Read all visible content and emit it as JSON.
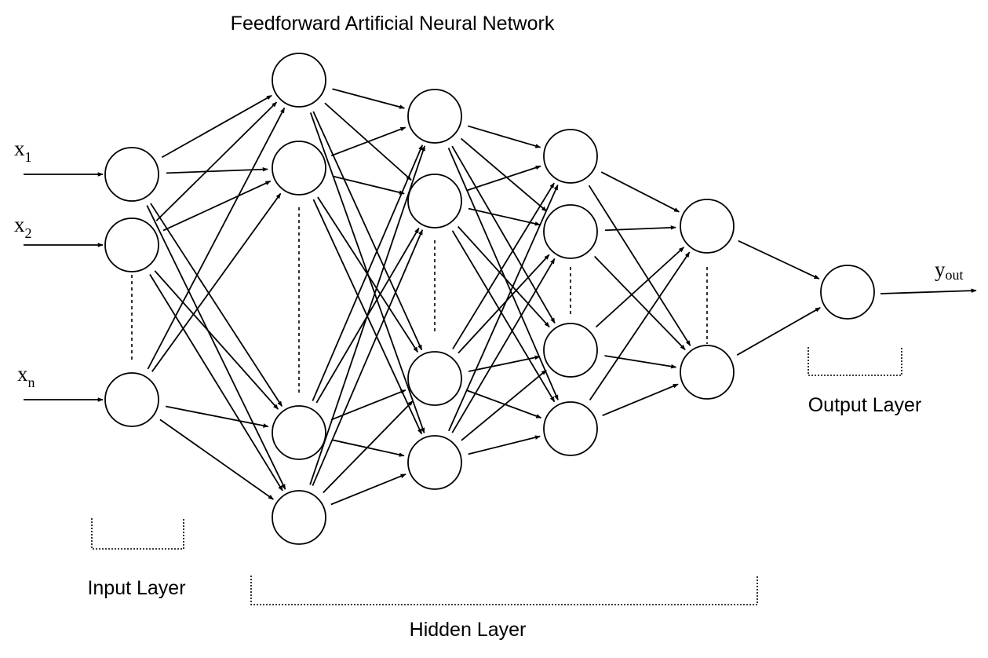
{
  "title": "Feedforward Artificial Neural Network",
  "inputs": {
    "x1": {
      "base": "x",
      "sub": "1"
    },
    "x2": {
      "base": "x",
      "sub": "2"
    },
    "xn": {
      "base": "x",
      "sub": "n"
    }
  },
  "output": {
    "base": "y",
    "sub": "out"
  },
  "layers": {
    "input": "Input Layer",
    "hidden": "Hidden Layer",
    "output": "Output Layer"
  },
  "colors": {
    "stroke": "#000000",
    "background": "#ffffff"
  }
}
